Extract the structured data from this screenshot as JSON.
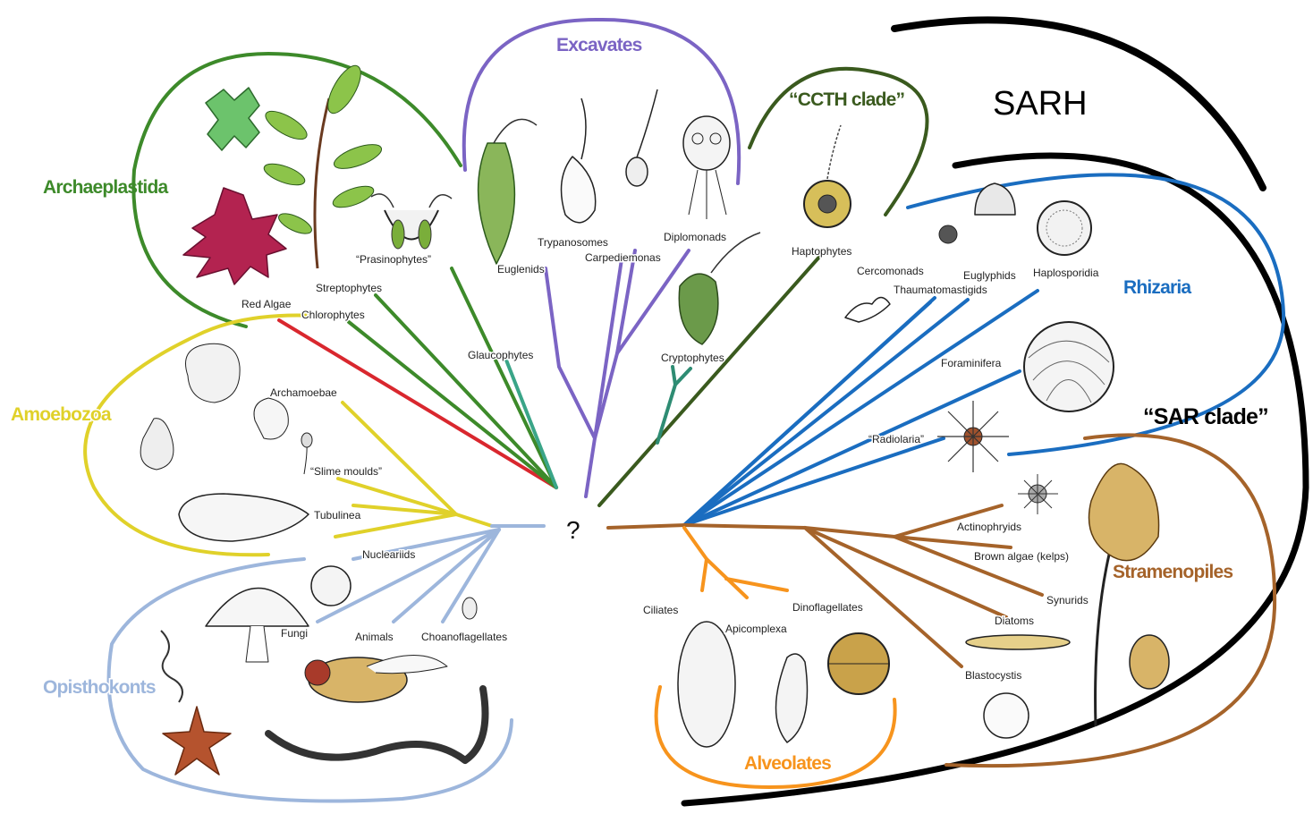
{
  "colors": {
    "archaeplastida": "#3d8a2a",
    "red_algae": "#d9272e",
    "glaucophytes": "#3aa588",
    "excavates": "#7b64c4",
    "ccth": "#3a5a1e",
    "cryptophytes": "#2e8c73",
    "rhizaria": "#1a6dc0",
    "stramenopiles": "#a5632a",
    "alveolates": "#f7941d",
    "amoebozoa": "#e0d12a",
    "opisthokonts": "#9db6dc",
    "sarh": "#000000"
  },
  "root_label": "?",
  "supergroups": {
    "archaeplastida": "Archaeplastida",
    "excavates": "Excavates",
    "ccth": "“CCTH clade”",
    "rhizaria": "Rhizaria",
    "sar": "“SAR clade”",
    "sarh": "SARH",
    "stramenopiles": "Stramenopiles",
    "alveolates": "Alveolates",
    "amoebozoa": "Amoebozoa",
    "opisthokonts": "Opisthokonts"
  },
  "groups": {
    "red_algae": "Red Algae",
    "streptophytes": "Streptophytes",
    "chlorophytes": "Chlorophytes",
    "prasinophytes": "“Prasinophytes”",
    "glaucophytes": "Glaucophytes",
    "euglenids": "Euglenids",
    "trypanosomes": "Trypanosomes",
    "carpediemonas": "Carpediemonas",
    "diplomonads": "Diplomonads",
    "cryptophytes": "Cryptophytes",
    "haptophytes": "Haptophytes",
    "cercomonads": "Cercomonads",
    "thaumatomastigids": "Thaumatomastigids",
    "euglyphids": "Euglyphids",
    "haplosporidia": "Haplosporidia",
    "foraminifera": "Foraminifera",
    "radiolaria": "“Radiolaria”",
    "actinophryids": "Actinophryids",
    "brown_algae": "Brown algae (kelps)",
    "synurids": "Synurids",
    "diatoms": "Diatoms",
    "blastocystis": "Blastocystis",
    "ciliates": "Ciliates",
    "apicomplexa": "Apicomplexa",
    "dinoflagellates": "Dinoflagellates",
    "archamoebae": "Archamoebae",
    "slime_moulds": "“Slime moulds”",
    "tubulinea": "Tubulinea",
    "nucleariids": "Nucleariids",
    "fungi": "Fungi",
    "animals": "Animals",
    "choanoflagellates": "Choanoflagellates"
  }
}
